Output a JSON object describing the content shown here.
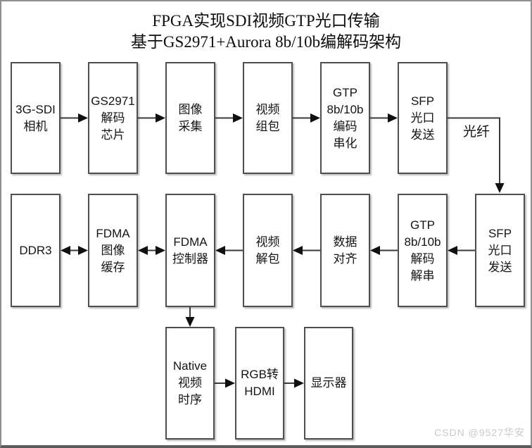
{
  "title": {
    "line1": "FPGA实现SDI视频GTP光口传输",
    "line2": "基于GS2971+Aurora 8b/10b编解码架构"
  },
  "nodes": {
    "sdi_camera": {
      "label": "3G-SDI\n相机"
    },
    "gs2971_decoder": {
      "label": "GS2971\n解码\n芯片"
    },
    "image_capture": {
      "label": "图像\n采集"
    },
    "video_pack": {
      "label": "视频\n组包"
    },
    "gtp_encode": {
      "label": "GTP\n8b/10b\n编码\n串化"
    },
    "sfp_tx": {
      "label": "SFP\n光口\n发送"
    },
    "ddr3": {
      "label": "DDR3"
    },
    "fdma_buffer": {
      "label": "FDMA\n图像\n缓存"
    },
    "fdma_controller": {
      "label": "FDMA\n控制器"
    },
    "video_unpack": {
      "label": "视频\n解包"
    },
    "data_align": {
      "label": "数据\n对齐"
    },
    "gtp_decode": {
      "label": "GTP\n8b/10b\n解码\n解串"
    },
    "sfp_rx": {
      "label": "SFP\n光口\n发送"
    },
    "native_timing": {
      "label": "Native\n视频\n时序"
    },
    "rgb_hdmi": {
      "label": "RGB转\nHDMI"
    },
    "display": {
      "label": "显示器"
    }
  },
  "labels": {
    "fiber": "光纤"
  },
  "watermark": "CSDN @9527华安",
  "colors": {
    "box_border": "#4f4f4f",
    "box_shadow": "#bdbdbd",
    "wire": "#3a3a3a",
    "arrow_head": "#101010",
    "frame": "#8f8f8f",
    "watermark": "#c9c9c9",
    "background": "#ffffff"
  }
}
